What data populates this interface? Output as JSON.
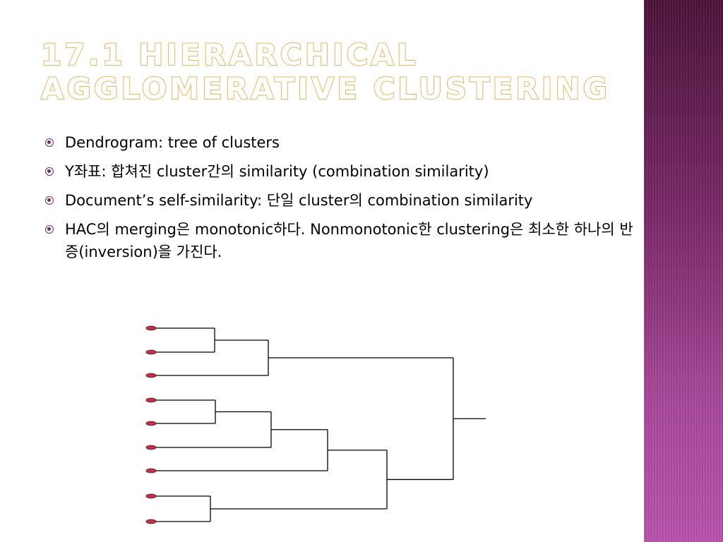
{
  "slide": {
    "title_line1": "17.1 Hierarchical",
    "title_line2": "Agglomerative Clustering",
    "bullets": [
      {
        "text": "Dendrogram: tree of clusters"
      },
      {
        "text": "Y좌표: 합쳐진 cluster간의 similarity (combination similarity)"
      },
      {
        "text": "Document’s self-similarity: 단일 cluster의 combination similarity"
      },
      {
        "text": "HAC의 merging은 monotonic하다. Nonmonotonic한 clustering은 최소한 하나의 반증(inversion)을 가진다."
      }
    ]
  },
  "dendrogram": {
    "leaf_count": 9,
    "leaf_color": "#c0304a",
    "line_color": "#000000"
  },
  "colors": {
    "title_outline": "#e8b55e",
    "bullet": "#7a2a63",
    "side_band_top": "#4a1238",
    "side_band_bottom": "#b852ac"
  }
}
